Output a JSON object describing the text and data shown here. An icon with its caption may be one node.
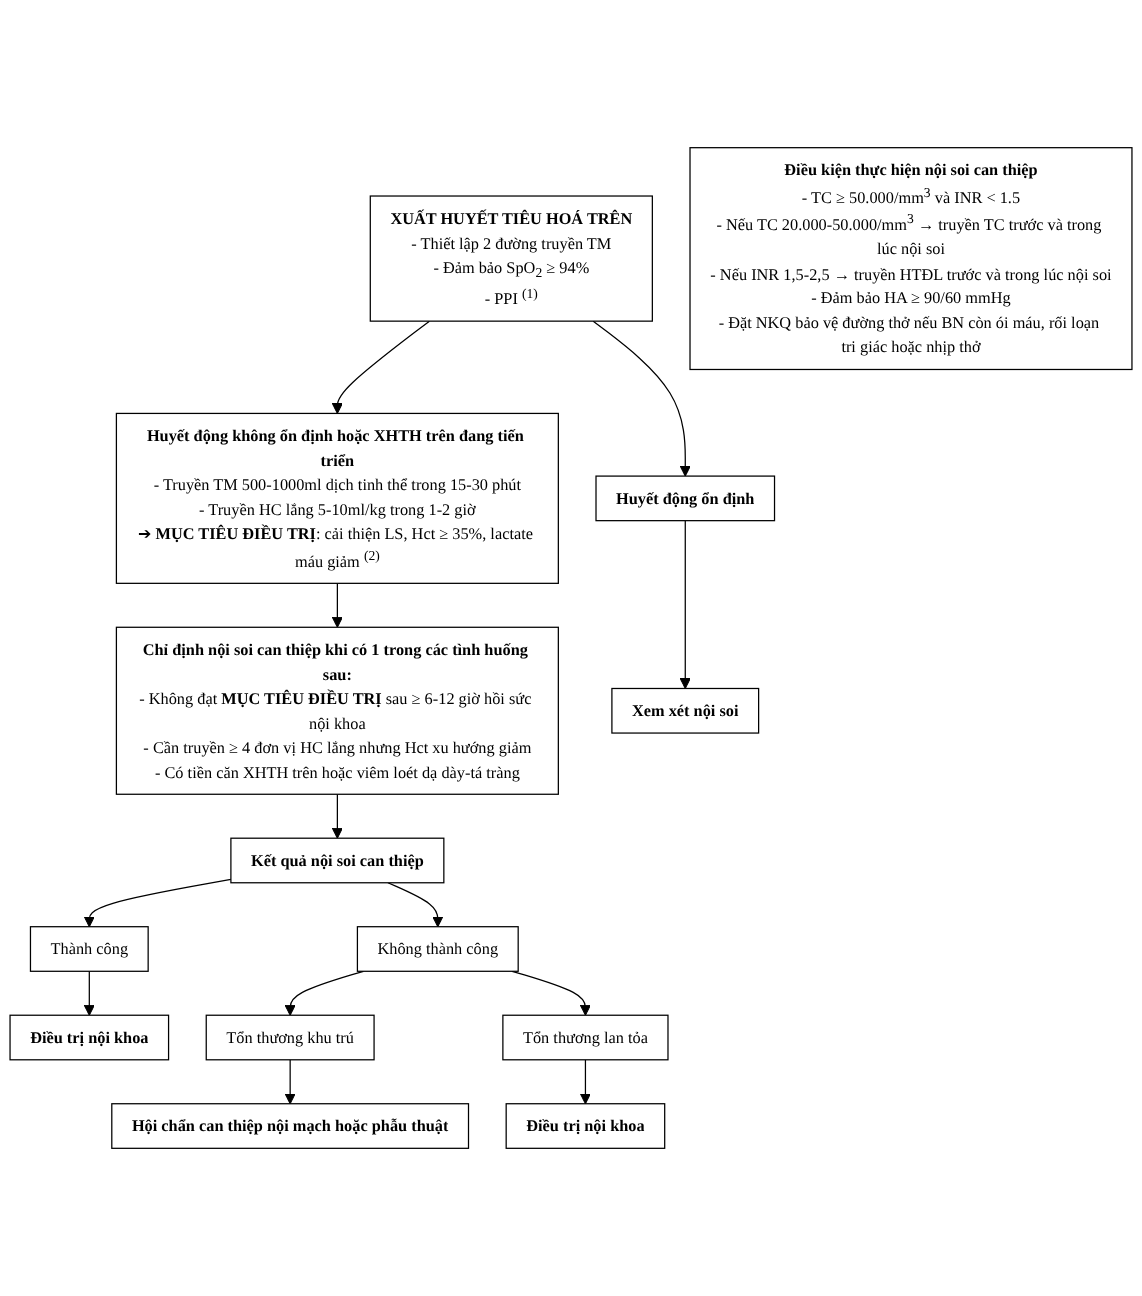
{
  "diagram": {
    "nodes": [
      {
        "text": [
          "XUẤT HUYẾT TIÊU HOÁ TRÊN",
          "- Thiết lập 2 đường truyền TM",
          "- Đảm bảo SpO$_{2}$ ≥ 94%",
          "- PPI $^{(1)}$"
        ]
      },
      {
        "text": [
          "Huyết động không ổn định hoặc XHTH trên đang tiến triển",
          "- Truyền TM 500-1000ml dịch tinh thể trong 15-30 phút",
          "- Truyền HC lắng 5-10ml/kg trong 1-2 giờ",
          "➔ **MỤC TIÊU ĐIỀU TRỊ**: cải thiện LS, Hct ≥ 35%, lactate máu giảm $^{(2)}$"
        ]
      },
      {
        "text": [
          "Huyết động ổn định"
        ]
      },
      {
        "text": [
          "Chỉ định nội soi can thiệp khi có 1 trong các tình huống sau:",
          "- Không đạt **MỤC TIÊU ĐIỀU TRỊ** sau ≥ 6-12 giờ hồi sức nội khoa",
          "- Cần truyền ≥ 4 đơn vị HC lắng nhưng Hct xu hướng giảm",
          "- Có tiền căn XHTH trên hoặc viêm loét dạ dày-tá tràng"
        ]
      },
      {
        "text": [
          "Xem xét nội soi"
        ]
      },
      {
        "text": [
          "Điều kiện thực hiện nội soi can thiệp",
          "- TC ≥ 50.000/mm$^{3}$ và INR < 1.5",
          "- Nếu TC 20.000-50.000/mm$^{3}$ → truyền TC trước và trong lúc nội soi",
          "- Nếu INR 1,5-2,5 → truyền HTĐL trước và trong lúc nội soi",
          "- Đảm bảo HA ≥ 90/60 mmHg",
          "- Đặt NKQ bảo vệ đường thở nếu BN còn ói máu, rối loạn tri giác hoặc nhịp thở"
        ]
      },
      {
        "text": [
          "Kết quả nội soi can thiệp"
        ]
      },
      {
        "text": [
          "Không thành công"
        ]
      },
      {
        "text": [
          "Thành công"
        ]
      },
      {
        "text": [
          "Điều trị nội khoa"
        ]
      },
      {
        "text": [
          "Tổn thương khu trú"
        ]
      },
      {
        "text": [
          "Tổn thương lan tỏa"
        ]
      },
      {
        "text": [
          "Hội chẩn can thiệp nội mạch hoặc phẫu thuật"
        ]
      },
      {
        "text": [
          "Điều trị nội khoa"
        ]
      }
    ],
    "edges": [
      {
        "from": 0,
        "to": 1,
        "arrow": "to"
      },
      {
        "from": 0,
        "to": 2,
        "arrow": "to"
      },
      {
        "from": 1,
        "to": 3,
        "arrow": "to"
      },
      {
        "from": 2,
        "to": 4,
        "arrow": "to"
      },
      {
        "from": 3,
        "to": 6,
        "arrow": "to"
      },
      {
        "from": 6,
        "to": 7,
        "arrow": "to"
      },
      {
        "from": 6,
        "to": 8,
        "arrow": "to"
      },
      {
        "from": 8,
        "to": 9,
        "arrow": "to"
      },
      {
        "from": 7,
        "to": 10,
        "arrow": "to"
      },
      {
        "from": 7,
        "to": 11,
        "arrow": "to"
      },
      {
        "from": 10,
        "to": 12,
        "arrow": "to"
      },
      {
        "from": 11,
        "to": 13,
        "arrow": "to"
      }
    ]
  }
}
